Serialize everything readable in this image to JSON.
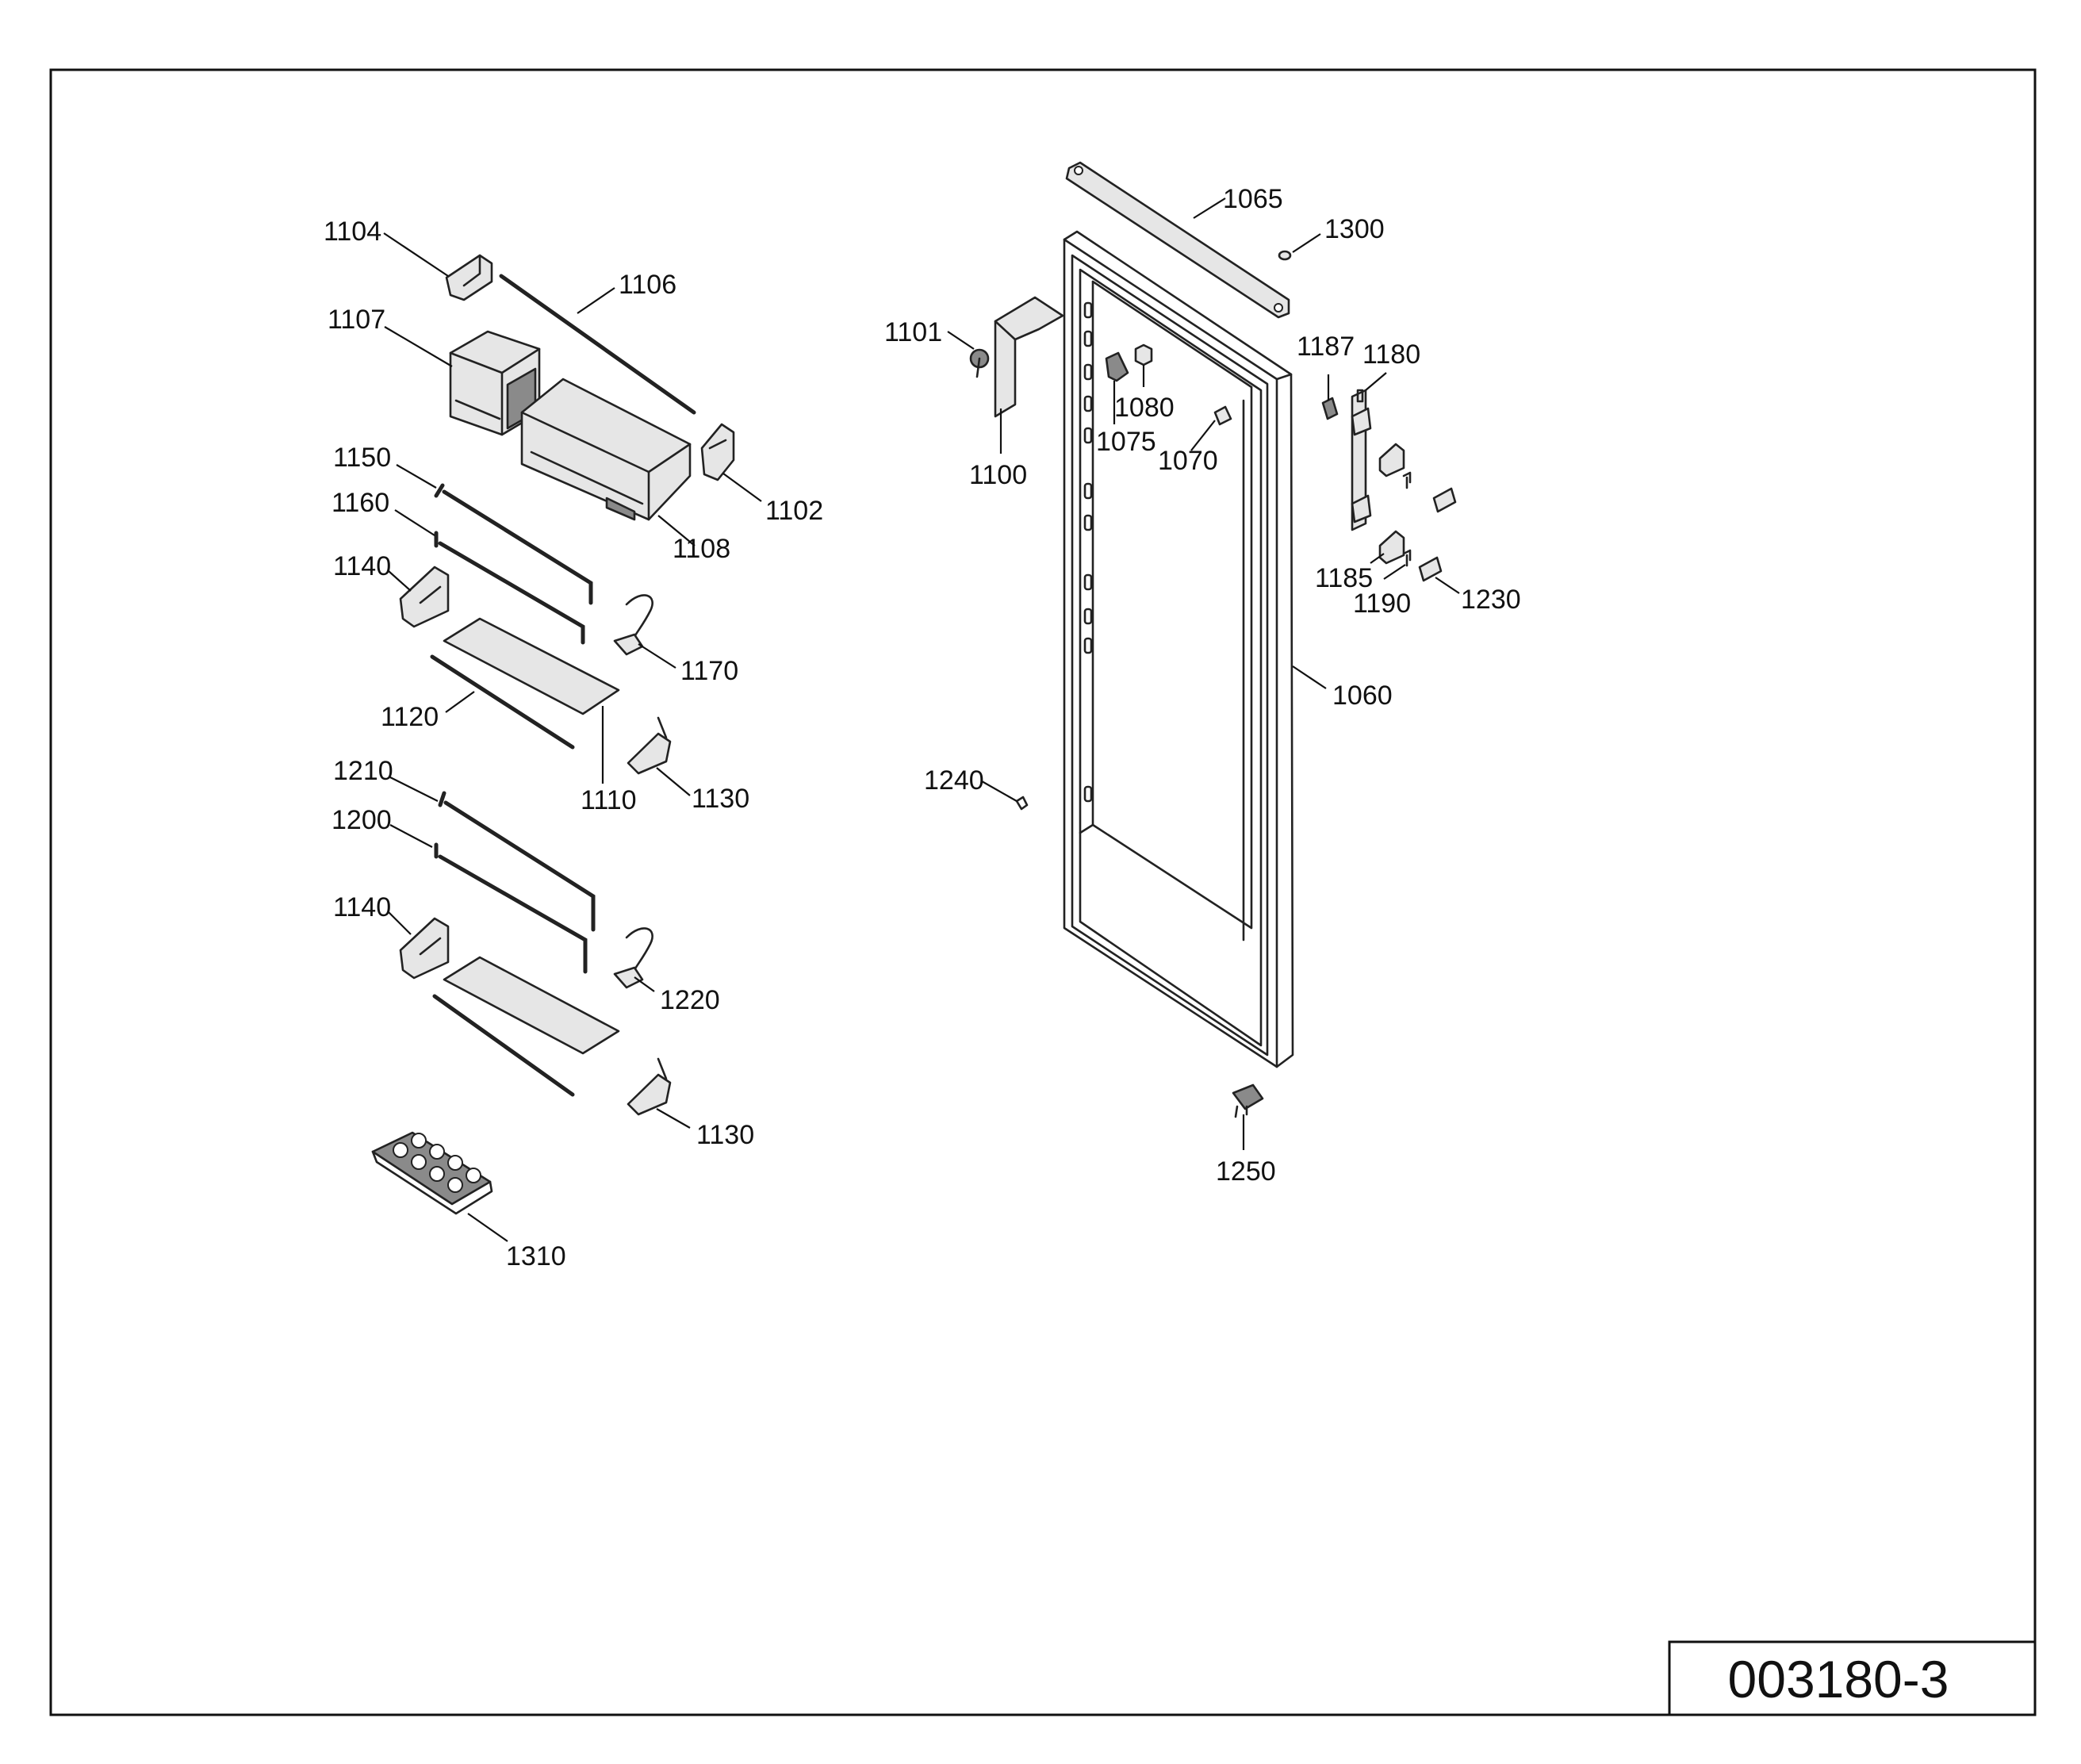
{
  "drawing_number": "003180-3",
  "callouts": {
    "c1104": "1104",
    "c1106": "1106",
    "c1107": "1107",
    "c1108": "1108",
    "c1102": "1102",
    "c1150": "1150",
    "c1160": "1160",
    "c1140a": "1140",
    "c1170": "1170",
    "c1120": "1120",
    "c1110": "1110",
    "c1130a": "1130",
    "c1210": "1210",
    "c1200": "1200",
    "c1140b": "1140",
    "c1220": "1220",
    "c1130b": "1130",
    "c1310": "1310",
    "c1065": "1065",
    "c1300": "1300",
    "c1101": "1101",
    "c1080": "1080",
    "c1075": "1075",
    "c1070": "1070",
    "c1100": "1100",
    "c1187": "1187",
    "c1180": "1180",
    "c1185": "1185",
    "c1190": "1190",
    "c1230": "1230",
    "c1060": "1060",
    "c1240": "1240",
    "c1250": "1250"
  }
}
